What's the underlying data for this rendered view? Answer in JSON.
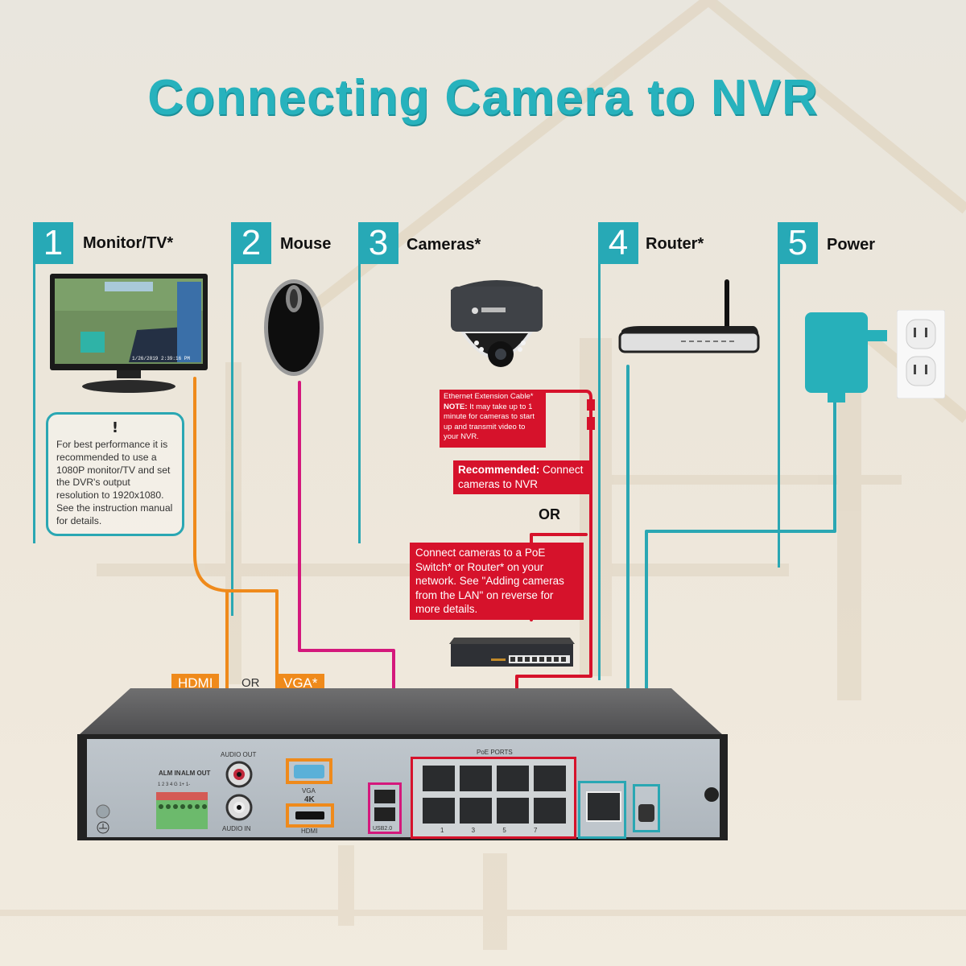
{
  "title": "Connecting Camera to NVR",
  "steps": [
    {
      "number": "1",
      "label": "Monitor/TV*"
    },
    {
      "number": "2",
      "label": "Mouse"
    },
    {
      "number": "3",
      "label": "Cameras*"
    },
    {
      "number": "4",
      "label": "Router*"
    },
    {
      "number": "5",
      "label": "Power"
    }
  ],
  "monitor_note": {
    "icon": "!",
    "text": "For best performance it is recommended to use a 1080P monitor/TV and set the DVR's output resolution to 1920x1080. See the instruction manual for details."
  },
  "monitor_timestamp": "1/26/2019 2:39:16 PM",
  "camera_notes": {
    "extension_title": "Ethernet Extension Cable*",
    "note_label": "NOTE:",
    "note_text": "It may take up to 1 minute for cameras to start up and transmit video to your NVR.",
    "recommended_label": "Recommended:",
    "recommended_text": "Connect cameras to NVR",
    "or": "OR",
    "alternative_text": "Connect cameras to a PoE Switch* or Router* on your network. See \"Adding cameras from the LAN\" on reverse for more details."
  },
  "video_output": {
    "hdmi": "HDMI",
    "or": "OR",
    "vga": "VGA*"
  },
  "nvr_labels": {
    "alm_in": "ALM IN",
    "alm_out": "ALM OUT",
    "alm_pins": "1 2 3 4 G 1+ 1-",
    "audio_out": "AUDIO OUT",
    "audio_in": "AUDIO IN",
    "vga": "VGA",
    "hdmi_4k": "4K",
    "hdmi": "HDMI",
    "usb": "USB2.0",
    "poe_ports": "PoE PORTS",
    "port_numbers": "1 3 5 7"
  },
  "colors": {
    "teal": "#27a9b6",
    "orange": "#ef8a1b",
    "magenta": "#d4187c",
    "red": "#d6122b"
  }
}
